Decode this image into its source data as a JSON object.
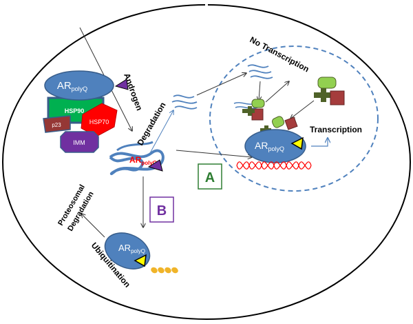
{
  "colors": {
    "ar_fill": "#4f81bd",
    "ar_stroke": "#385d8a",
    "hsp90_fill": "#00b050",
    "hsp70_fill": "#ff0000",
    "p23_fill": "#953735",
    "imm_fill": "#7030a0",
    "nucleus_border": "#4f81bd",
    "dna": "#ff0000",
    "label_a": "#2e7d32",
    "label_b": "#7030a0",
    "ubiquitin": "#f0b429",
    "coactivator_green": "#92d050",
    "corepressor_red": "#a53c3c",
    "corepressor_dark": "#4f6228"
  },
  "labels": {
    "ar_main": "AR",
    "ar_sub": "polyQ",
    "hsp90": "HSP90",
    "hsp70": "HSP70",
    "p23": "p23",
    "imm": "IMM",
    "androgen": "Androgen",
    "degradation": "Degradation",
    "no_transcription": "No Transcription",
    "transcription": "Transcription",
    "pathway_a": "A",
    "pathway_b": "B",
    "proteosomal": "Proteosomal",
    "proteosomal2": "Degradation",
    "ubiquitination": "Ubiquitination"
  },
  "icons": {
    "androgen": "triangle-ligand-icon",
    "ubiquitin": "ubiquitin-chain-icon"
  }
}
